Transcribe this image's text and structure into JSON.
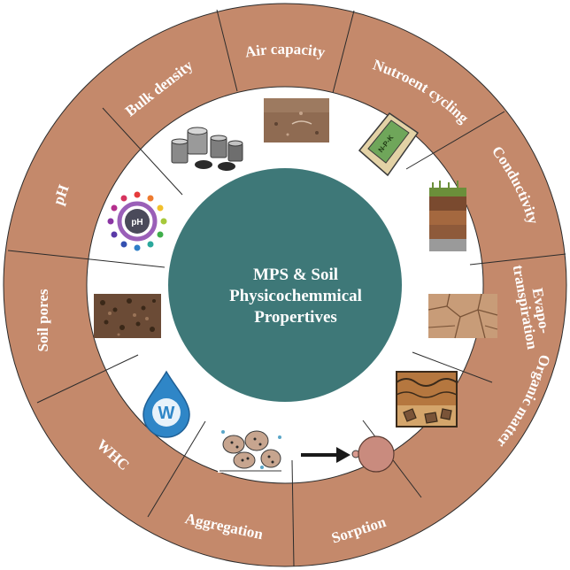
{
  "center": {
    "lines": [
      "MPS & Soil",
      "Physicochemmical",
      "Propertives"
    ]
  },
  "segments": [
    {
      "id": "air-capacity",
      "label": "Air  capacity",
      "icon": "soil-surface-photo"
    },
    {
      "id": "nutrient-cycling",
      "label": "Nutroent cycling",
      "icon": "npk-fertilizer-bag"
    },
    {
      "id": "conductivity",
      "label": "Conductivity",
      "icon": "soil-profile-layers"
    },
    {
      "id": "evapotranspiration",
      "label_lines": [
        "Evapo-",
        "transpiration"
      ],
      "icon": "cracked-dry-soil"
    },
    {
      "id": "organic-matter",
      "label": "Organic matter",
      "icon": "soil-horizon-rocks"
    },
    {
      "id": "sorption",
      "label": "Sorption",
      "icon": "arrow-to-particle"
    },
    {
      "id": "aggregation",
      "label": "Aggregation",
      "icon": "soil-aggregates"
    },
    {
      "id": "whc",
      "label": "WHC",
      "icon": "water-drop-w"
    },
    {
      "id": "soil-pores",
      "label": "Soil pores",
      "icon": "porous-soil-photo"
    },
    {
      "id": "ph",
      "label": "pH",
      "icon": "ph-color-wheel"
    },
    {
      "id": "bulk-density",
      "label": "Bulk density",
      "icon": "soil-sampling-rings"
    }
  ],
  "icon_texts": {
    "npk": "N-P-K",
    "w": "W",
    "ph": "pH"
  },
  "colors": {
    "outer_ring": "#c4896b",
    "center_circle": "#3e7878",
    "divider": "#2b2b2b",
    "label_text": "#ffffff"
  }
}
